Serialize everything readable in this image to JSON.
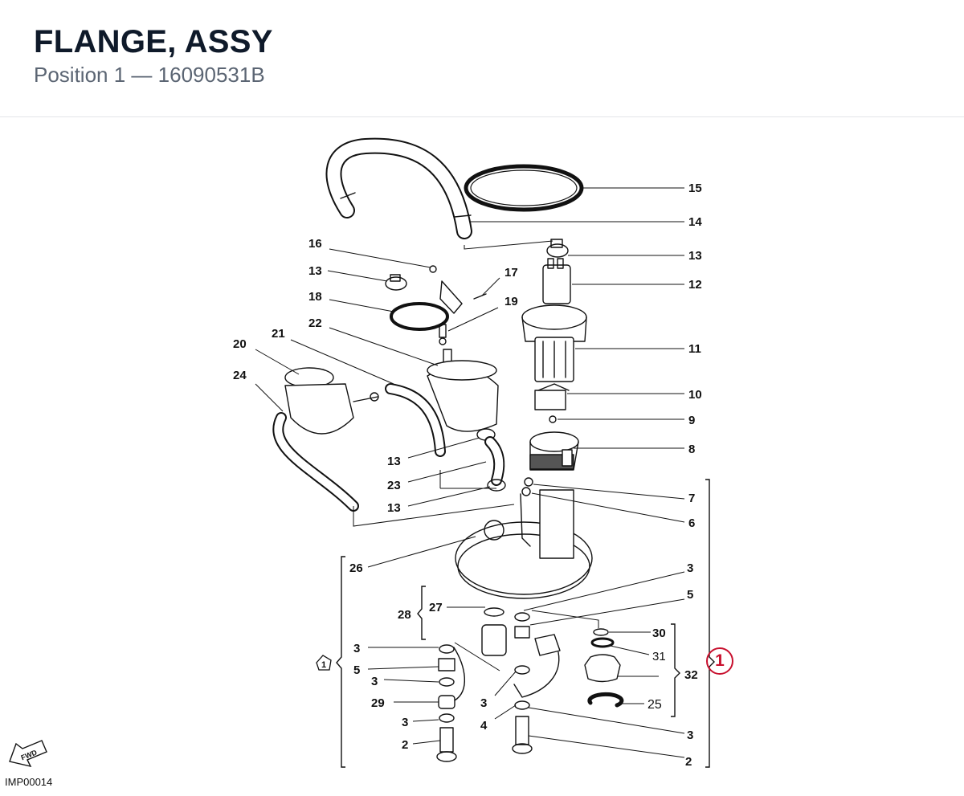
{
  "header": {
    "title": "FLANGE, ASSY",
    "position_label": "Position 1",
    "separator": "—",
    "part_number": "16090531B"
  },
  "diagram": {
    "image_code": "IMP00014",
    "fwd_label": "FWD",
    "assembly_symbol": "1",
    "highlight_callout": "1",
    "highlight_color": "#c8102e",
    "labels": {
      "l15": "15",
      "l14": "14",
      "l16": "16",
      "l13a": "13",
      "l13b": "13",
      "l17": "17",
      "l12": "12",
      "l18": "18",
      "l19": "19",
      "l22": "22",
      "l11": "11",
      "l20": "20",
      "l21": "21",
      "l24": "24",
      "l10": "10",
      "l9": "9",
      "l8": "8",
      "l13c": "13",
      "l23": "23",
      "l13d": "13",
      "l7": "7",
      "l6": "6",
      "l26": "26",
      "l3a": "3",
      "l27": "27",
      "l5a": "5",
      "l28": "28",
      "l30": "30",
      "l31": "31",
      "l3b": "3",
      "l5b": "5",
      "l32": "32",
      "l3c": "3",
      "l29": "29",
      "l3d": "3",
      "l25": "25",
      "l3e": "3",
      "l4": "4",
      "l3f": "3",
      "l2a": "2",
      "l2b": "2"
    }
  }
}
